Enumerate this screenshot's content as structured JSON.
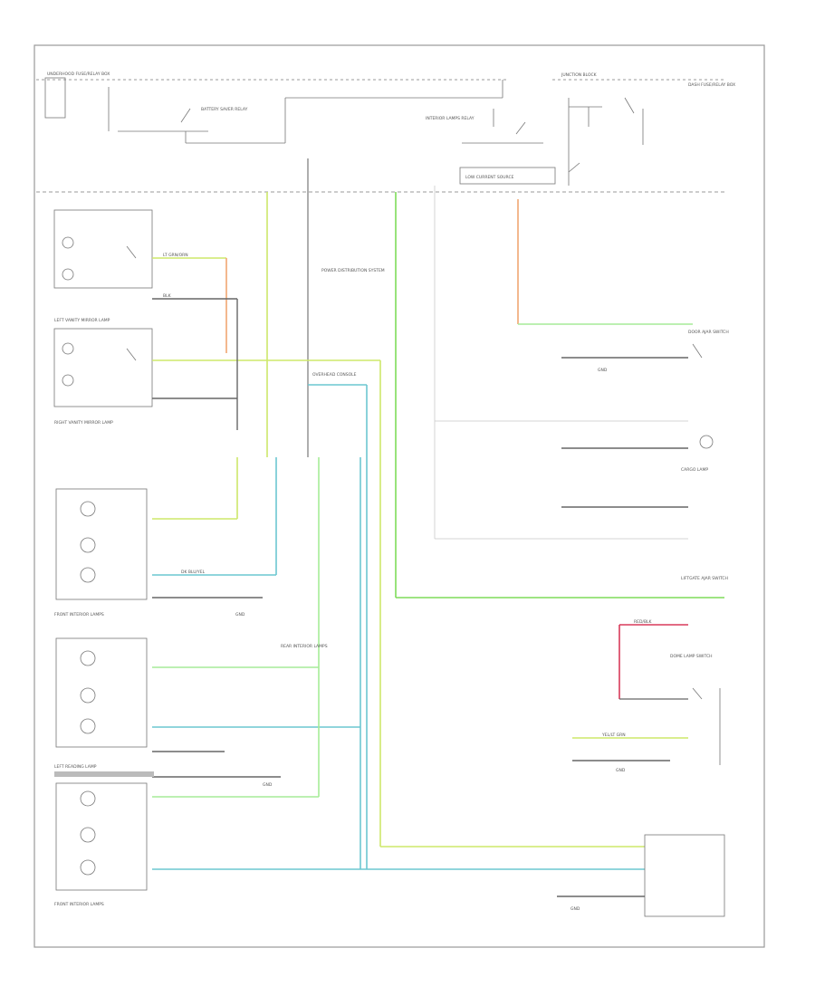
{
  "diagram": {
    "footer_code": "",
    "colors": {
      "frame": "#9a9a9a",
      "black_wire": "#666666",
      "green": "#7fdc5a",
      "light_green": "#a6ec98",
      "lime": "#cde86a",
      "blue": "#6cc7d0",
      "orange": "#f0a772",
      "red": "#d83a5a",
      "grey": "#c9c9c9"
    },
    "labels": {
      "top_left_title": "UNDERHOOD FUSE/RELAY BOX",
      "top_right_title": "JUNCTION BLOCK",
      "right_header": "DASH FUSE/RELAY BOX",
      "battery_saver": "BATTERY SAVER RELAY",
      "interior_lamps": "INTERIOR LAMPS RELAY",
      "low_current": "LOW CURRENT SOURCE",
      "power_distribution": "POWER DISTRIBUTION SYSTEM",
      "left_visor": "LEFT VANITY MIRROR LAMP",
      "right_visor": "RIGHT VANITY MIRROR LAMP",
      "front_interior": "FRONT INTERIOR LAMPS",
      "rear_interior": "REAR INTERIOR LAMPS",
      "left_reading": "LEFT READING LAMP",
      "right_reading": "FRONT INTERIOR LAMPS",
      "courtesy_switch": "DOOR AJAR SWITCH",
      "dome_switch": "DOME LAMP SWITCH",
      "cargo_lamp": "CARGO LAMP",
      "liftgate_switch": "LIFTGATE AJAR SWITCH",
      "overhead_console": "OVERHEAD CONSOLE",
      "ground": "GND",
      "wire_lt_grn_orn": "LT GRN/ORN",
      "wire_blk": "BLK",
      "wire_blu": "DK BLU/YEL",
      "wire_red": "RED/BLK",
      "wire_yel": "YEL/LT GRN"
    }
  }
}
